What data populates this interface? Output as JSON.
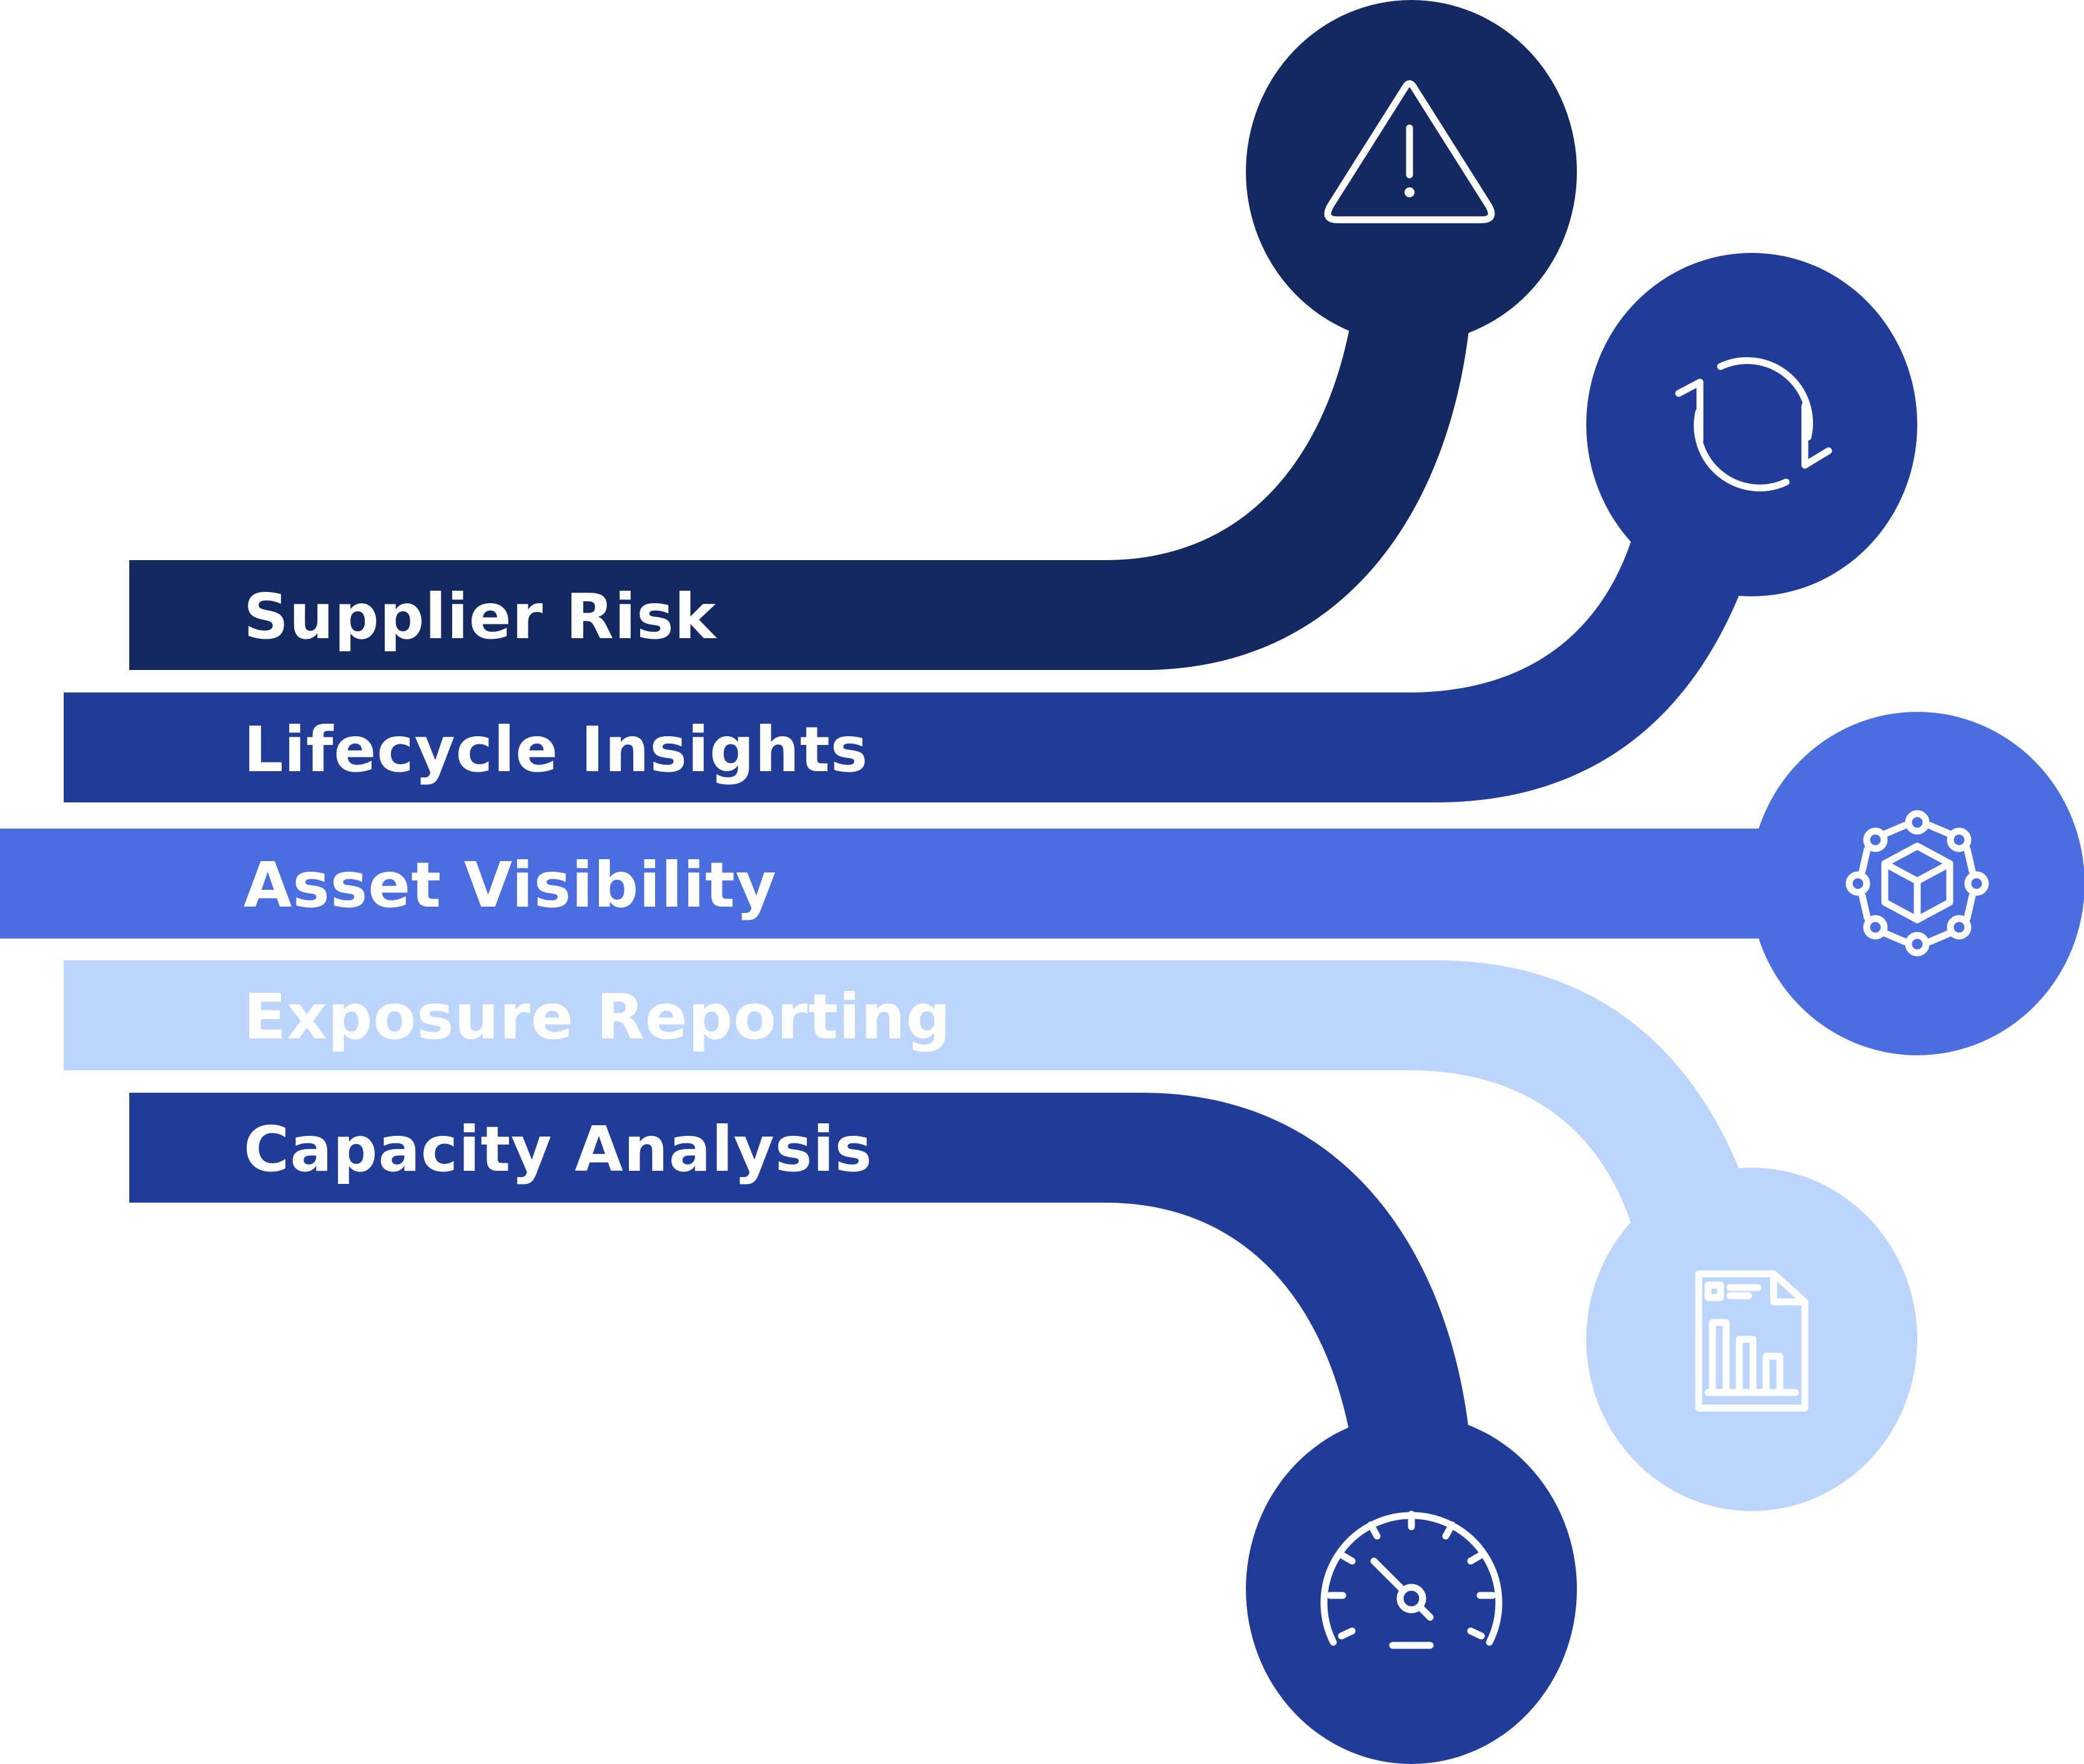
{
  "colors": {
    "background": "#ffffff",
    "navy": "#142862",
    "royal_blue": "#203c98",
    "bright_blue": "#4a6ee0",
    "light_blue": "#bcd5fc",
    "label_text": "#ffffff"
  },
  "branches": [
    {
      "label": "Supplier Risk",
      "color": "#142862",
      "icon": "warning-triangle-icon"
    },
    {
      "label": "Lifecycle Insights",
      "color": "#203c98",
      "icon": "refresh-cycle-icon"
    },
    {
      "label": "Asset Visibility",
      "color": "#4a6ee0",
      "icon": "network-cube-icon"
    },
    {
      "label": "Exposure Reporting",
      "color": "#bcd5fc",
      "icon": "report-chart-icon"
    },
    {
      "label": "Capacity Analysis",
      "color": "#203c98",
      "icon": "speedometer-gauge-icon"
    }
  ]
}
